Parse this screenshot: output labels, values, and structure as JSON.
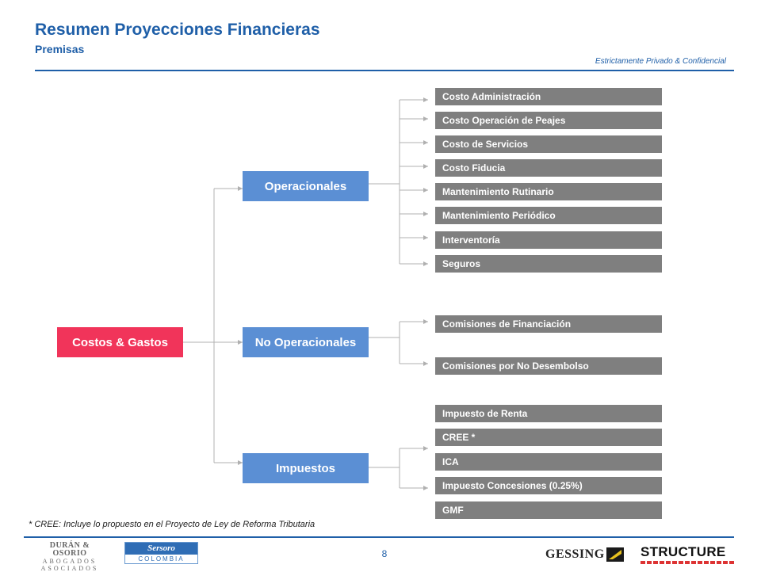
{
  "header": {
    "title": "Resumen Proyecciones Financieras",
    "subtitle": "Premisas",
    "confidential": "Estrictamente Privado & Confidencial"
  },
  "diagram": {
    "root": {
      "label": "Costos & Gastos",
      "color": "#f1345a"
    },
    "category_color": "#5b8fd4",
    "leaf_color": "#7f7f7f",
    "categories": [
      {
        "label": "Operacionales",
        "items": [
          "Costo Administración",
          "Costo Operación de Peajes",
          "Costo de Servicios",
          "Costo Fiducia",
          "Mantenimiento Rutinario",
          "Mantenimiento Periódico",
          "Interventoría",
          "Seguros"
        ]
      },
      {
        "label": "No Operacionales",
        "items": [
          "Comisiones de Financiación",
          "Comisiones por No Desembolso"
        ]
      },
      {
        "label": "Impuestos",
        "items": [
          "Impuesto de Renta",
          "CREE *",
          "ICA",
          "Impuesto Concesiones (0.25%)",
          "GMF"
        ]
      }
    ]
  },
  "footer": {
    "footnote": "* CREE: Incluye lo propuesto en el Proyecto de Ley de Reforma Tributaria",
    "page_number": "8",
    "logos": {
      "duran_line1": "DURÁN & OSORIO",
      "duran_line2": "ABOGADOS",
      "duran_line3": "ASOCIADOS",
      "sersoro_name": "Sersoro",
      "sersoro_country": "COLOMBIA",
      "gessing": "GESSING",
      "structure": "STRUCTURE"
    }
  }
}
